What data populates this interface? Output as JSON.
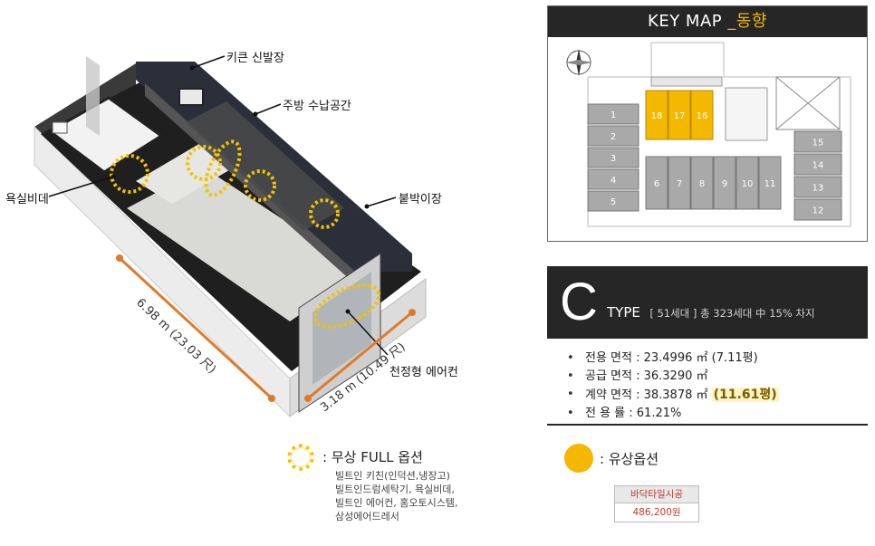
{
  "plan": {
    "callouts": {
      "shoe_cabinet": "키큰 신발장",
      "kitchen_storage": "주방 수납공간",
      "builtin_closet": "붙박이장",
      "bidet": "욕실비데",
      "ceiling_ac": "천정형 에어컨"
    },
    "dimensions": {
      "length": "6.98 m (23.03 尺)",
      "width": "3.18 m (10.49 尺)"
    }
  },
  "legend": {
    "free_label": ": 무상 FULL 옵션",
    "free_items": [
      "빌트인   키친(인덕션,냉장고)",
      "빌트인드럼세탁기,  욕실비데,",
      "빌트인 에어컨, 홈오토시스템,",
      "삼성에어드레서"
    ],
    "paid_label": ": 유상옵션",
    "paid_item": "바닥타일시공",
    "paid_price": "486,200원"
  },
  "keymap": {
    "title": "KEY MAP",
    "direction": "_동향",
    "units_left": [
      "1",
      "2",
      "3",
      "4",
      "5"
    ],
    "units_top": [
      "18",
      "17",
      "16"
    ],
    "units_middle": [
      "6",
      "7",
      "8",
      "9",
      "10",
      "11"
    ],
    "units_right": [
      "15",
      "14",
      "13",
      "12"
    ],
    "highlight_color": "#f5b800"
  },
  "type_info": {
    "letter": "C",
    "label": "TYPE",
    "detail": "[ 51세대 ] 총 323세대 中 15% 차지",
    "specs": [
      "전용 면적 :  23.4996 ㎡ (7.11평)",
      "공급 면적 : 36.3290 ㎡",
      "계약 면적 : 38.3878 ㎡ "
    ],
    "contract_highlight": "(11.61평)",
    "ratio": "전 용 률 : 61.21%"
  },
  "colors": {
    "accent": "#f5b800",
    "panel_dark": "#262626",
    "dimension_orange": "#e07a2a",
    "paid_text": "#c0392b"
  }
}
